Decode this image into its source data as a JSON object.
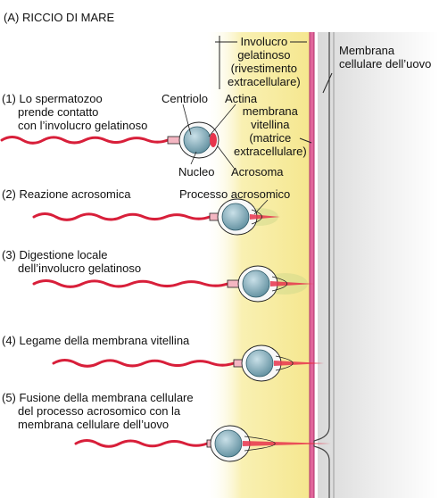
{
  "title": "(A)  RICCIO DI MARE",
  "labels": {
    "envelope": "Involucro\ngelatinoso\n(rivestimento\nextracellulare)",
    "vitelline": "membrana\nvitellina\n(matrice\nextracellulare)",
    "egg_membrane": "Membrana\ncellulare dell’uovo",
    "centriole": "Centriolo",
    "actin": "Actina",
    "nucleus": "Nucleo",
    "acrosome": "Acrosoma",
    "acrosomal_process": "Processo acrosomico"
  },
  "steps": [
    {
      "text": "(1) Lo spermatozoo\n     prende contatto\n     con l’involucro gelatinoso"
    },
    {
      "text": "(2) Reazione acrosomica"
    },
    {
      "text": "(3) Digestione locale\n     dell’involucro gelatinoso"
    },
    {
      "text": "(4) Legame della membrana vitellina"
    },
    {
      "text": "(5) Fusione della membrana cellulare\n     del processo acrosomico con la\n     membrana cellulare dell’uovo"
    }
  ],
  "colors": {
    "jelly": "#f7ec9c",
    "membrane": "#e0669a",
    "tail": "#d81f3a",
    "head": "#8fb9c6",
    "actin": "#e8344c"
  }
}
